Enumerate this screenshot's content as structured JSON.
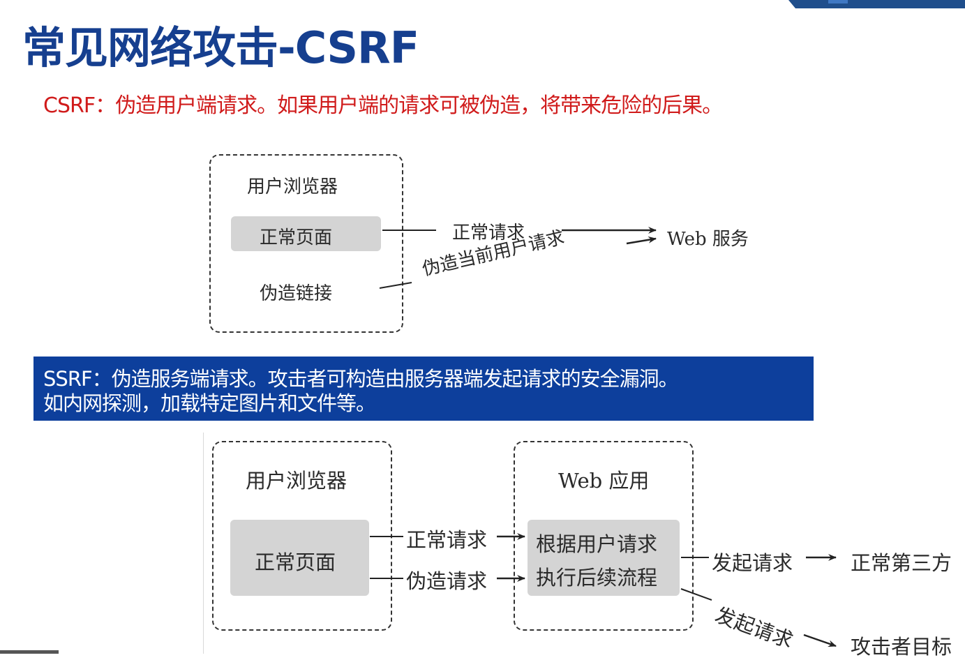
{
  "title": "常见网络攻击-CSRF",
  "csrf_definition": "CSRF：伪造用户端请求。如果用户端的请求可被伪造，将带来危险的后果。",
  "csrf_diagram": {
    "browser_label": "用户浏览器",
    "normal_page": "正常页面",
    "forged_link": "伪造链接",
    "normal_request": "正常请求",
    "forged_request": "伪造当前用户请求",
    "web_service": "Web 服务"
  },
  "ssrf_definition": {
    "line1": "SSRF：伪造服务端请求。攻击者可构造由服务器端发起请求的安全漏洞。",
    "line2": "如内网探测，加载特定图片和文件等。"
  },
  "ssrf_diagram": {
    "browser_label": "用户浏览器",
    "normal_page": "正常页面",
    "normal_request": "正常请求",
    "forged_request": "伪造请求",
    "web_app_label": "Web 应用",
    "process_line1": "根据用户请求",
    "process_line2": "执行后续流程",
    "send_request_1": "发起请求",
    "send_request_2": "发起请求",
    "normal_third_party": "正常第三方",
    "attacker_target": "攻击者目标"
  },
  "colors": {
    "title": "#163f8f",
    "csrf_text": "#d01b1b",
    "ssrf_box": "#0d3f9c"
  }
}
